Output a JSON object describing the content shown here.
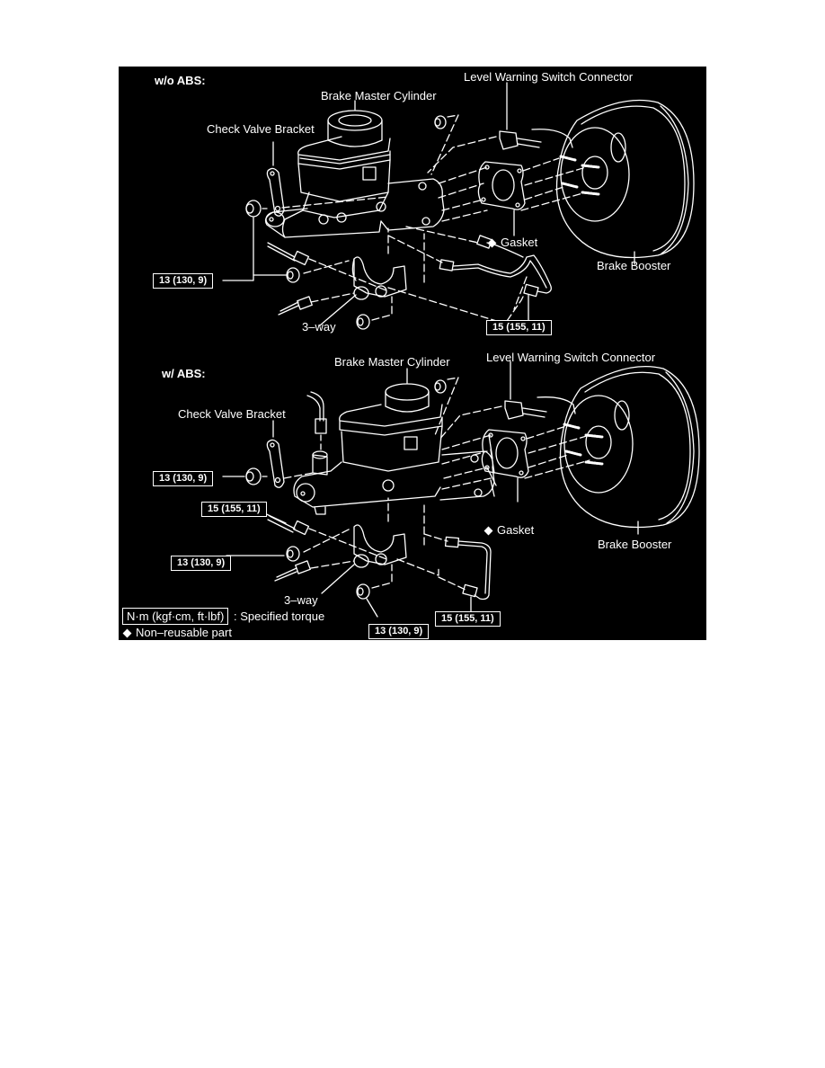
{
  "colors": {
    "background": "#000000",
    "linework": "#ffffff",
    "page": "#ffffff"
  },
  "top_diagram": {
    "section_title": "w/o ABS:",
    "labels": {
      "master_cylinder": "Brake Master Cylinder",
      "check_valve_bracket": "Check Valve Bracket",
      "level_warning": "Level Warning Switch Connector",
      "gasket": "Gasket",
      "brake_booster": "Brake Booster",
      "three_way": "3–way"
    },
    "torques": [
      {
        "id": "nut-left",
        "value": "13 (130, 9)"
      },
      {
        "id": "tube-right",
        "value": "15 (155, 11)"
      }
    ]
  },
  "bottom_diagram": {
    "section_title": "w/ ABS:",
    "labels": {
      "master_cylinder": "Brake Master Cylinder",
      "check_valve_bracket": "Check Valve Bracket",
      "level_warning": "Level Warning Switch Connector",
      "gasket": "Gasket",
      "brake_booster": "Brake Booster",
      "three_way": "3–way"
    },
    "torques": [
      {
        "id": "bracket-nut",
        "value": "13 (130, 9)"
      },
      {
        "id": "tube-left",
        "value": "15 (155, 11)"
      },
      {
        "id": "nut-left",
        "value": "13 (130, 9)"
      },
      {
        "id": "nut-bottom",
        "value": "13 (130, 9)"
      },
      {
        "id": "tube-right",
        "value": "15 (155, 11)"
      }
    ]
  },
  "legend": {
    "torque_unit": "N·m (kgf·cm, ft·lbf)",
    "torque_desc": ": Specified torque",
    "non_reusable": "Non–reusable part",
    "non_reusable_icon": "diamond-icon"
  }
}
